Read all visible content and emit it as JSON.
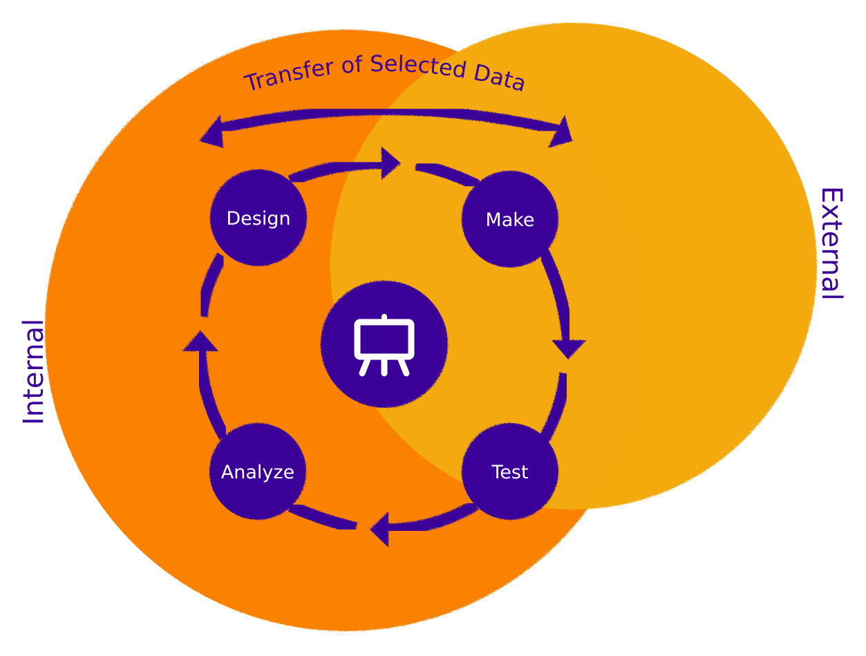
{
  "colors": {
    "internal_circle": "#fb8106",
    "external_circle": "#f4a90f",
    "primary": "#3b0497",
    "node_text": "#ffffff",
    "background": "#ffffff"
  },
  "labels": {
    "internal": "Internal",
    "external": "External",
    "transfer": "Transfer of Selected Data"
  },
  "nodes": [
    {
      "id": "design",
      "label": "Design"
    },
    {
      "id": "make",
      "label": "Make"
    },
    {
      "id": "test",
      "label": "Test"
    },
    {
      "id": "analyze",
      "label": "Analyze"
    }
  ],
  "center_icon": "presentation-easel-icon"
}
